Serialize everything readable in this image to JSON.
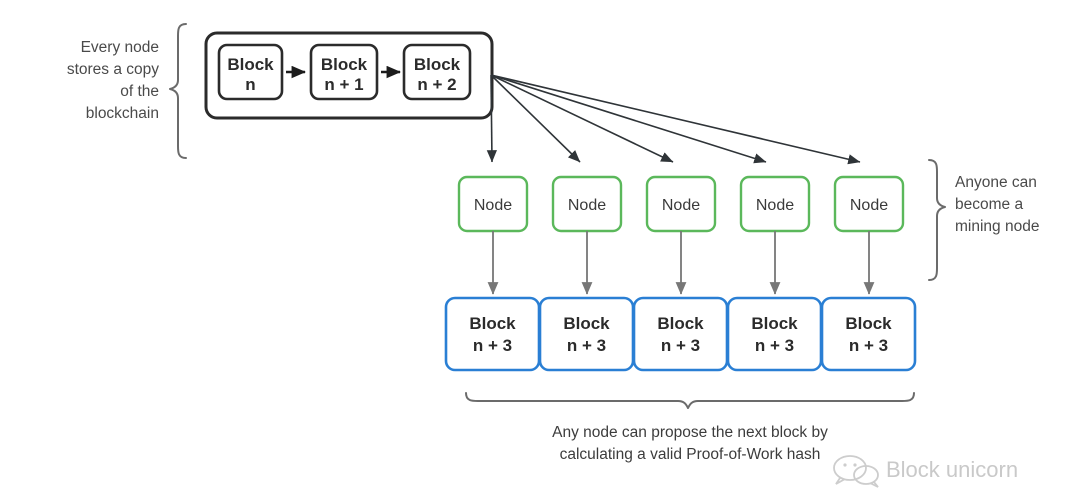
{
  "diagram": {
    "title": "Blockchain node propagation and block proposal",
    "colors": {
      "node_border": "#5bb85b",
      "block_border": "#2a7fd4",
      "chain_border": "#2b2b2b",
      "brace": "#6b6b6b",
      "arrow_dark": "#2f3438",
      "arrow_gray": "#777777",
      "text": "#404040",
      "watermark": "#c9c9c9",
      "background": "#ffffff"
    },
    "annotations": {
      "left_note": {
        "lines": [
          "Every node",
          "stores a copy",
          "of the",
          "blockchain"
        ],
        "align": "right"
      },
      "right_note": {
        "lines": [
          "Anyone can",
          "become a",
          "mining node"
        ],
        "align": "left"
      },
      "bottom_note": {
        "lines": [
          "Any node can propose the next block by",
          "calculating a valid Proof-of-Work hash"
        ],
        "align": "center"
      }
    },
    "chain": {
      "blocks": [
        {
          "title": "Block",
          "subtitle": "n"
        },
        {
          "title": "Block",
          "subtitle": "n + 1"
        },
        {
          "title": "Block",
          "subtitle": "n + 2"
        }
      ]
    },
    "nodes": [
      {
        "label": "Node"
      },
      {
        "label": "Node"
      },
      {
        "label": "Node"
      },
      {
        "label": "Node"
      },
      {
        "label": "Node"
      }
    ],
    "new_blocks": [
      {
        "title": "Block",
        "subtitle": "n + 3"
      },
      {
        "title": "Block",
        "subtitle": "n + 3"
      },
      {
        "title": "Block",
        "subtitle": "n + 3"
      },
      {
        "title": "Block",
        "subtitle": "n + 3"
      },
      {
        "title": "Block",
        "subtitle": "n + 3"
      }
    ],
    "watermark": {
      "text": "Block unicorn",
      "icon": "wechat-speech-bubble-icon"
    }
  }
}
